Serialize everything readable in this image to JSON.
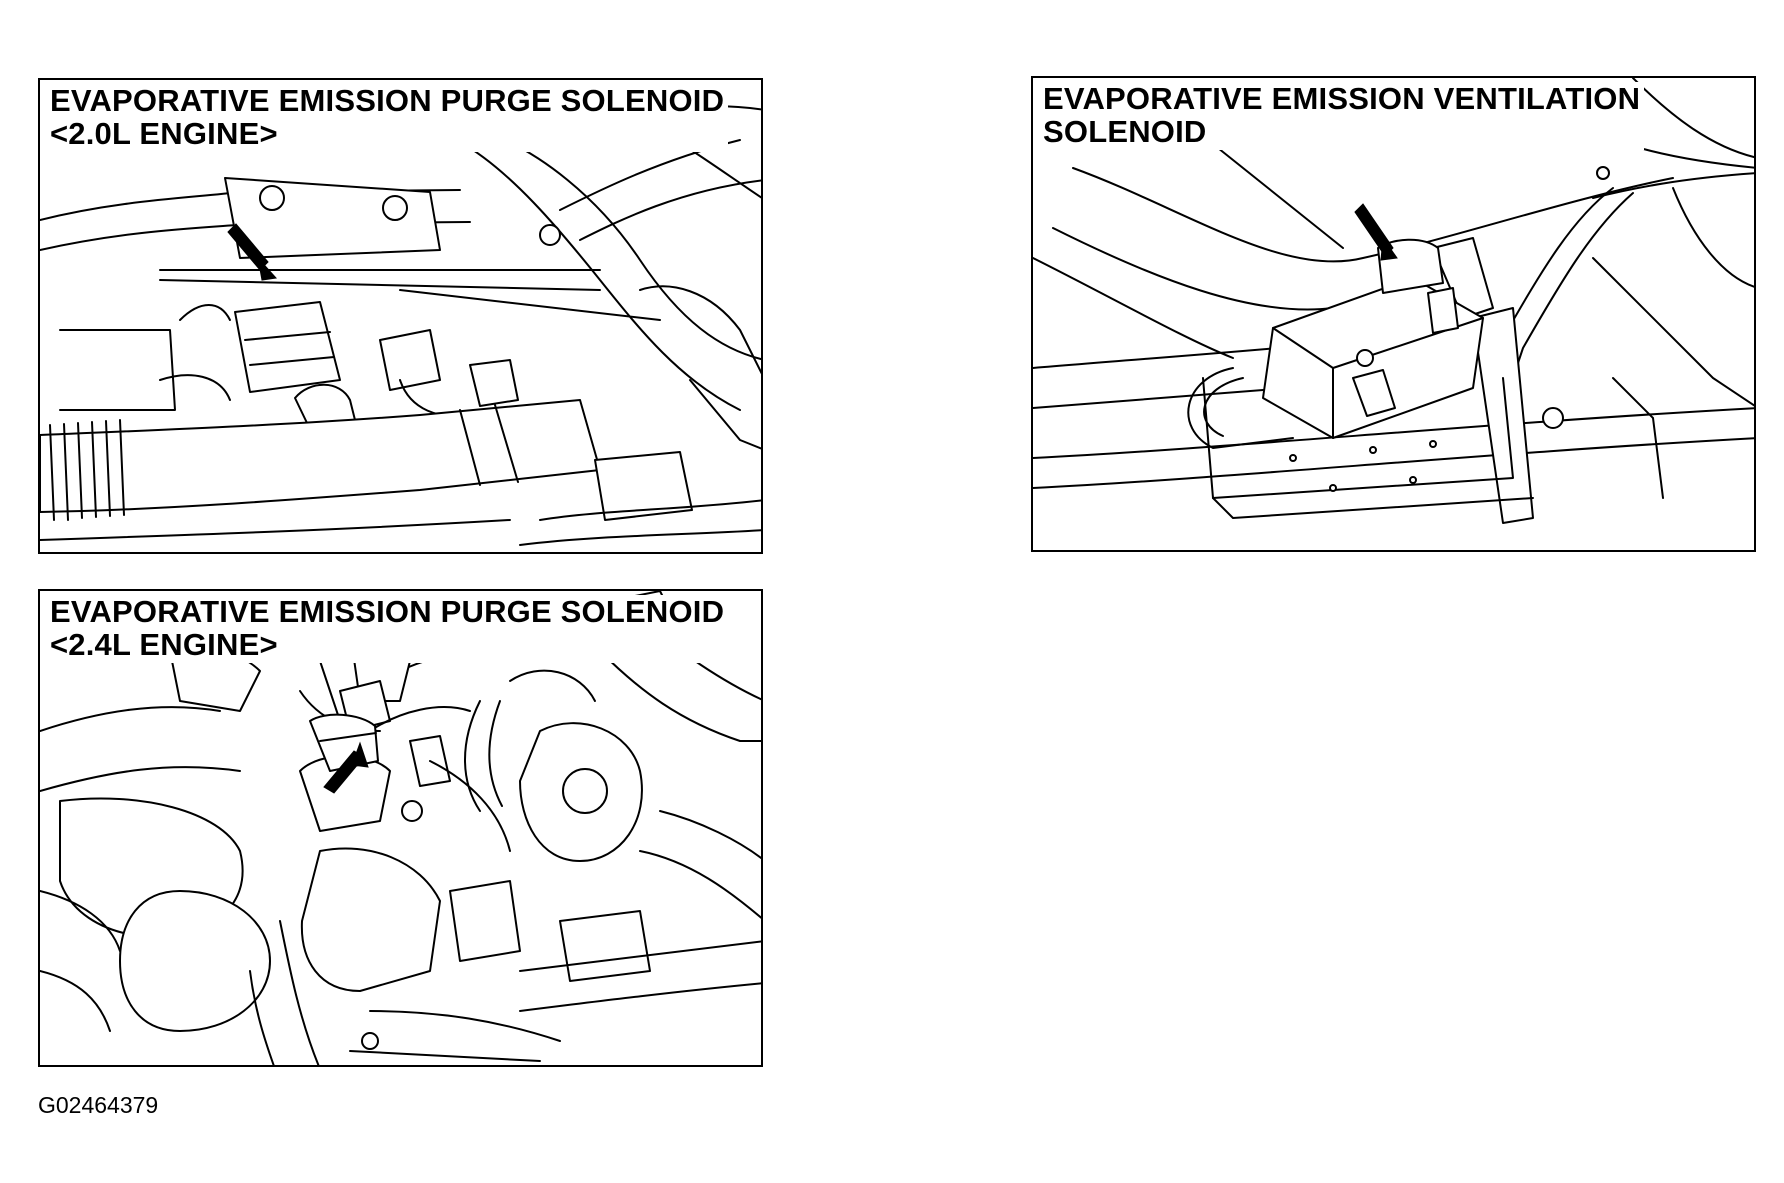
{
  "panels": [
    {
      "title_line1": "EVAPORATIVE EMISSION PURGE SOLENOID",
      "title_line2": "<2.0L ENGINE>"
    },
    {
      "title_line1": "EVAPORATIVE EMISSION VENTILATION",
      "title_line2": "SOLENOID"
    },
    {
      "title_line1": "EVAPORATIVE EMISSION PURGE SOLENOID",
      "title_line2": "<2.4L ENGINE>"
    }
  ],
  "figure_id": "G02464379",
  "colors": {
    "line": "#000000",
    "background": "#ffffff"
  }
}
